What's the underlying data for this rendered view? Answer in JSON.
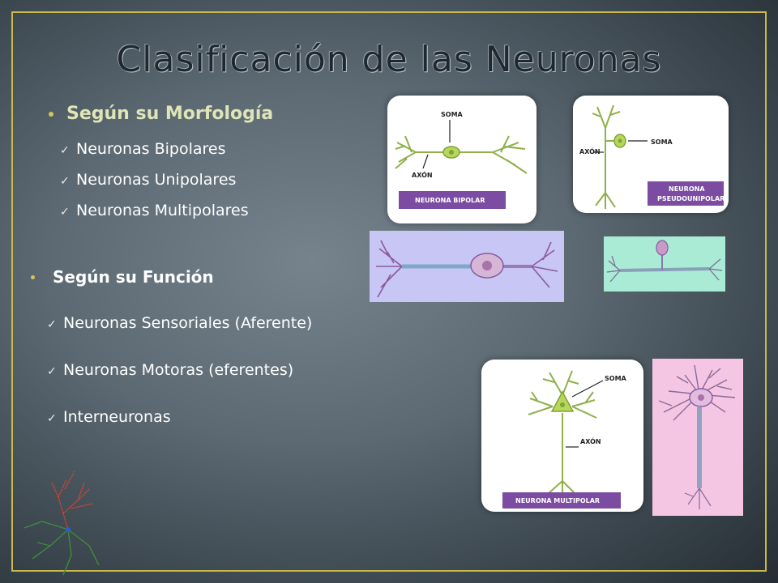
{
  "slide": {
    "title": "Clasificación de las Neuronas",
    "section_morphology": {
      "heading": "Según su Morfología",
      "items": [
        "Neuronas Bipolares",
        "Neuronas Unipolares",
        "Neuronas Multipolares"
      ]
    },
    "section_function": {
      "heading": "Según su Función",
      "items": [
        "Neuronas Sensoriales (Aferente)",
        "Neuronas Motoras (eferentes)",
        "Interneuronas"
      ]
    }
  },
  "figures": {
    "bipolar": {
      "soma_label": "SOMA",
      "axon_label": "AXÓN",
      "caption": "NEURONA BIPOLAR"
    },
    "pseudounipolar": {
      "soma_label": "SOMA",
      "axon_label": "AXÓN",
      "caption_line1": "NEURONA",
      "caption_line2": "PSEUDOUNIPOLAR"
    },
    "multipolar": {
      "soma_label": "SOMA",
      "axon_label": "AXÓN",
      "caption": "NEURONA MULTIPOLAR"
    }
  },
  "colors": {
    "border": "#c9b94a",
    "heading1": "#dfe5b6",
    "caption_bg": "#7b4ca1",
    "neuron_green": "#9bc84a"
  },
  "icons": {
    "check": "check-icon",
    "bullet": "bullet-dot-icon"
  }
}
